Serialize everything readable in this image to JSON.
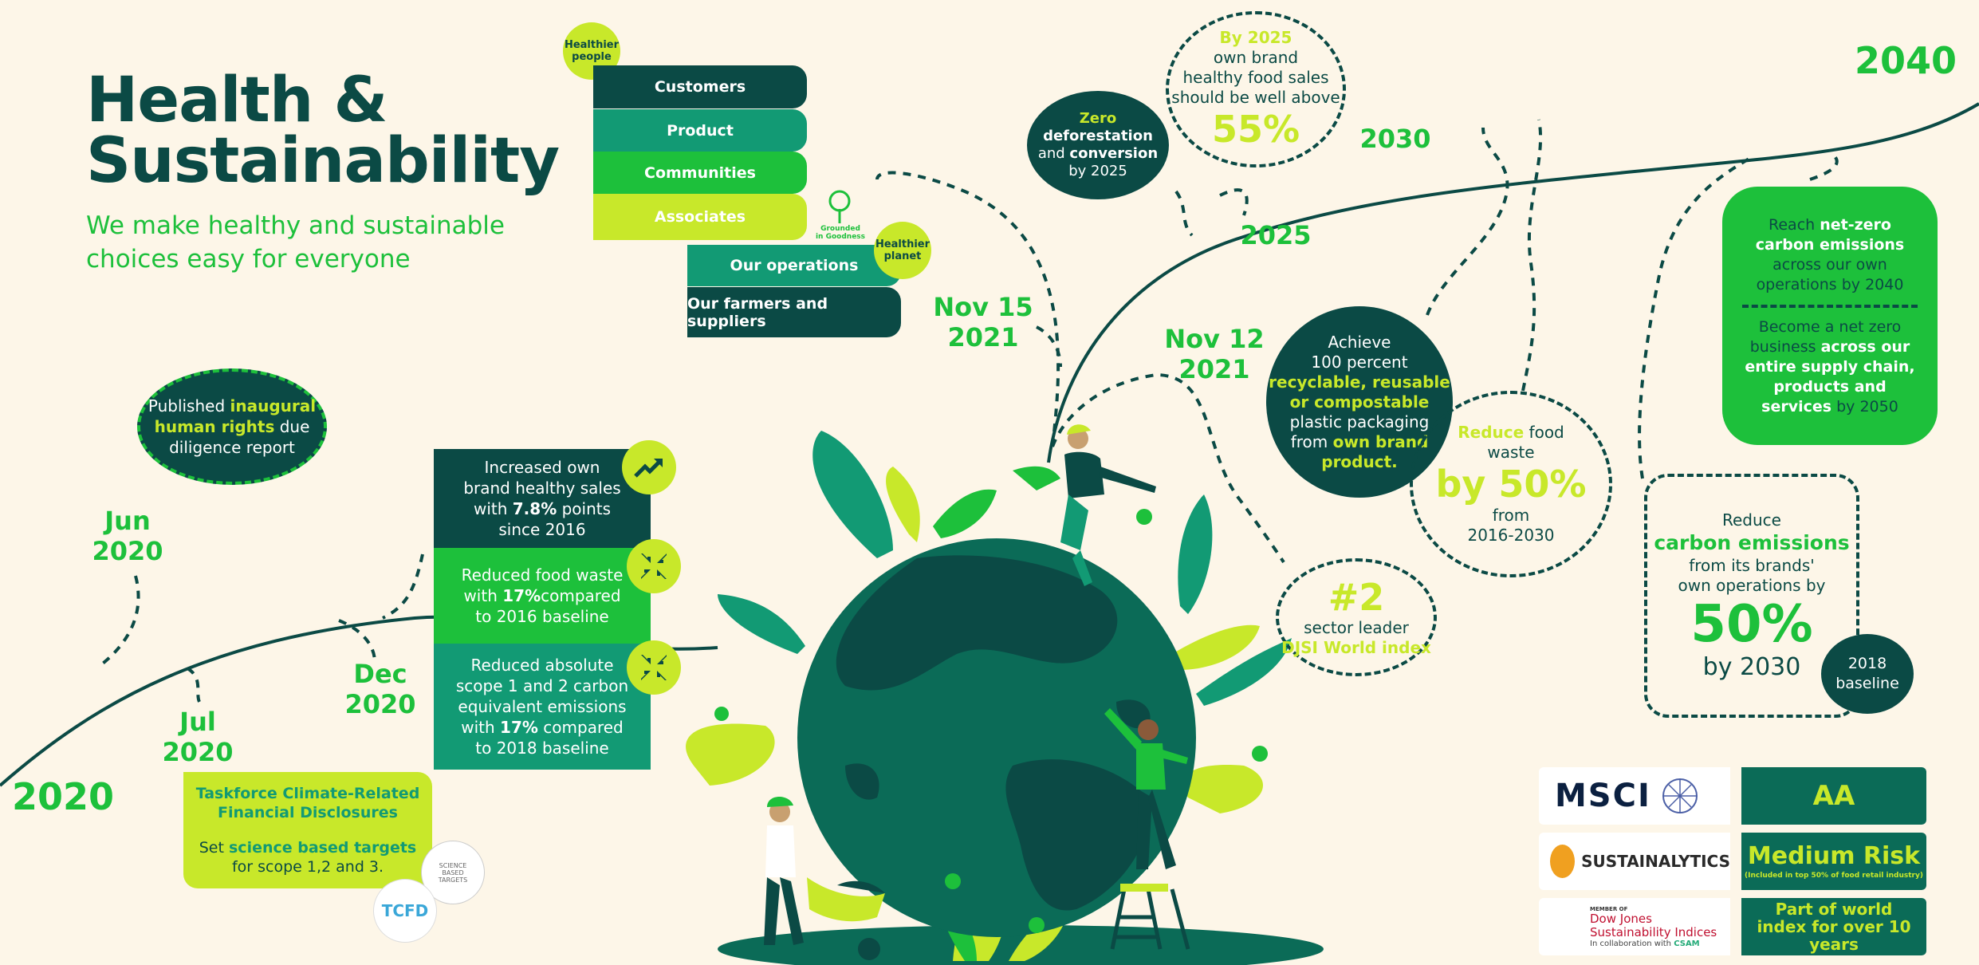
{
  "header": {
    "title_line1": "Health &",
    "title_line2": "Sustainability",
    "subtitle_line1": "We make healthy and sustainable",
    "subtitle_line2": "choices easy for everyone"
  },
  "pillars": {
    "healthier_people_line1": "Healthier",
    "healthier_people_line2": "people",
    "people_items": [
      "Customers",
      "Product",
      "Communities",
      "Associates"
    ],
    "grounded_line1": "Grounded",
    "grounded_line2": "in Goodness",
    "healthier_planet_line1": "Healthier",
    "healthier_planet_line2": "planet",
    "planet_items": [
      "Our operations",
      "Our farmers and suppliers"
    ]
  },
  "timeline": {
    "y2020": "2020",
    "jun2020_l1": "Jun",
    "jun2020_l2": "2020",
    "jul2020_l1": "Jul",
    "jul2020_l2": "2020",
    "dec2020_l1": "Dec",
    "dec2020_l2": "2020",
    "nov15_l1": "Nov 15",
    "nov15_l2": "2021",
    "nov12_l1": "Nov 12",
    "nov12_l2": "2021",
    "y2025": "2025",
    "y2030": "2030",
    "y2040": "2040"
  },
  "milestones": {
    "human_rights": {
      "pre": "Published ",
      "hl1": "inaugural",
      "hl2": "human rights",
      "post1": " due",
      "post2": "diligence report"
    },
    "tcfd": {
      "hl1": "Taskforce Climate-Related",
      "hl2": "Financial Disclosures",
      "pre": "Set ",
      "hl3": "science based targets",
      "post": "for scope 1,2 and 3."
    },
    "tcfd_logo": "TCFD",
    "sbt_logo_line1": "SCIENCE",
    "sbt_logo_line2": "BASED",
    "sbt_logo_line3": "TARGETS",
    "healthy_sales": {
      "l1": "Increased own",
      "l2": "brand healthy sales",
      "l3pre": "with ",
      "l3b": "7.8%",
      "l3post": " points",
      "l4": "since 2016"
    },
    "food_waste_reduced": {
      "l1": "Reduced food waste",
      "l2pre": "with ",
      "l2b": "17%",
      "l2post": "compared",
      "l3": "to 2016 baseline"
    },
    "emissions_reduced": {
      "l1": "Reduced absolute",
      "l2": "scope 1 and 2 carbon",
      "l3": "equivalent emissions",
      "l4pre": "with ",
      "l4b": "17%",
      "l4post": " compared",
      "l5": "to 2018 baseline"
    },
    "zero_deforestation": {
      "l1": "Zero",
      "l2": "deforestation",
      "l3pre": "and ",
      "l3b": "conversion",
      "l4": "by 2025"
    },
    "healthy_food_2025": {
      "l1": "By 2025",
      "l2": "own brand",
      "l3": "healthy food sales",
      "l4": "should be well above",
      "big": "55%"
    },
    "packaging": {
      "l1": "Achieve",
      "l2": "100 percent",
      "hl1": "recyclable, reusable",
      "hl2": "or compostable",
      "l5": "plastic packaging",
      "l6pre": "from ",
      "hl3": "own brand",
      "hl4": "product."
    },
    "food_waste_target": {
      "hl": "Reduce",
      "l1post": " food",
      "l2": "waste",
      "big": "by 50%",
      "l4": "from",
      "l5": "2016-2030"
    },
    "djsi": {
      "big": "#2",
      "l2": "sector leader",
      "hl": "DJSI World index"
    },
    "carbon_target": {
      "l1": "Reduce",
      "hl": "carbon emissions",
      "l3": "from its brands'",
      "l4": "own operations by",
      "big": "50%",
      "l6": "by 2030",
      "baseline1": "2018",
      "baseline2": "baseline"
    },
    "net_zero": {
      "a_l1pre": "Reach ",
      "a_b1": "net-zero",
      "a_b2": "carbon emissions",
      "a_l3": "across our own",
      "a_l4": "operations by 2040",
      "b_l1": "Become a net zero",
      "b_l2pre": "business ",
      "b_b1": "across our",
      "b_b2": "entire supply chain,",
      "b_b3": "products and",
      "b_b4": "services",
      "b_l6post": " by 2050"
    }
  },
  "ratings": {
    "msci_logo": "MSCI",
    "msci_rating": "AA",
    "sustainalytics_logo": "SUSTAINALYTICS",
    "sustainalytics_rating": "Medium Risk",
    "sustainalytics_note": "(Included in top 50% of food retail industry)",
    "djsi_member": "MEMBER OF",
    "djsi_logo_l1": "Dow Jones",
    "djsi_logo_l2": "Sustainability Indices",
    "djsi_collab": "In collaboration with",
    "djsi_csam": "CSAM",
    "djsi_rating": "Part of world index for over 10 years"
  },
  "colors": {
    "dark_teal": "#0b4a45",
    "mid_teal": "#0b6b57",
    "teal": "#129a74",
    "green": "#1dc03b",
    "lime": "#c8e82a",
    "background": "#fdf6e8"
  }
}
